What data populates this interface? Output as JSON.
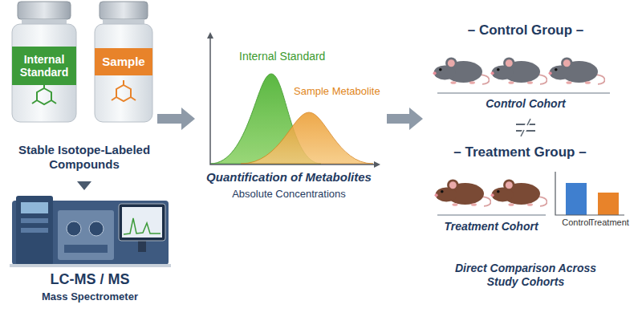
{
  "diagram": {
    "nodes": [
      {
        "text": [
          "Internal Standard"
        ]
      },
      {
        "text": [
          "Sample"
        ]
      }
    ],
    "labels": [
      "Stable Isotope-Labeled Compounds",
      "LC-MS / MS",
      "Mass Spectrometer",
      "Internal Standard",
      "Sample Metabolite",
      "Quantification of Metabolites",
      "Absolute Concentrations",
      "– Control Group –",
      "Control Cohort",
      "– Treatment Group –",
      "Treatment Cohort",
      "Control",
      "Treatment",
      "Direct Comparison Across Study Cohorts"
    ]
  }
}
